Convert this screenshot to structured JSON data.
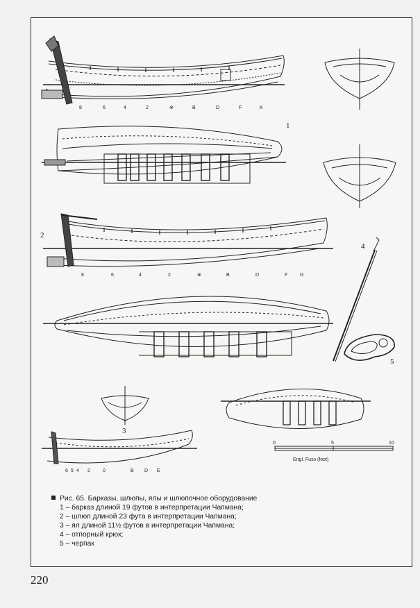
{
  "figure": {
    "title": "Рис. 65. Барказы, шлюпы, ялы и шлюпочное оборудование",
    "items": [
      "1 – барказ длиной 19 футов в интерпретации Чапмана;",
      "2 – шлюп длиной 23 фута в интерпретации Чапмана;",
      "3 – ял длиной 11½ футов в интерпретации Чапмана;",
      "4 – отпорный крюк;",
      "5 – черпак"
    ],
    "stations_1": [
      "8",
      "6",
      "4",
      "2",
      "⊗",
      "B",
      "D",
      "F",
      "K"
    ],
    "stations_2": [
      "8",
      "6",
      "4",
      "2",
      "⊗",
      "B",
      "D",
      "F",
      "G"
    ],
    "stations_3": [
      "6",
      "5",
      "4",
      "2",
      "0",
      "B",
      "D",
      "E"
    ],
    "labels": {
      "n1": "1",
      "n2": "2",
      "n3": "3",
      "n4": "4",
      "n5": "5"
    },
    "scale": {
      "ticks": [
        "0",
        "5",
        "10"
      ],
      "unit": "Engl. Fuss (foot)"
    }
  },
  "page_number": "220"
}
